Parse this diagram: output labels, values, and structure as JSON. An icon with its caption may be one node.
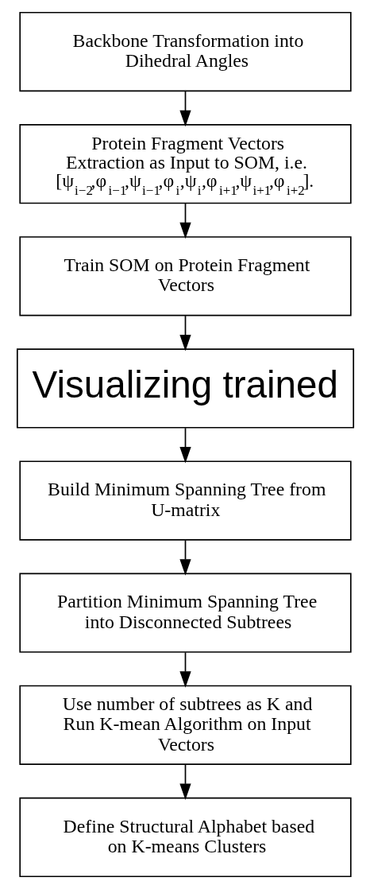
{
  "diagram": {
    "nodes": [
      {
        "text": [
          "Backbone Transformation into Dihedral Angles"
        ]
      },
      {
        "text": [
          "Protein Fragment Vectors Extraction as Input to SOM, i.e. [ψ$_{i−2}$,φ$_{i−1}$,ψ$_{i−1}$,φ$_{i}$,ψ$_{i}$,φ$_{i+1}$,ψ$_{i+1}$,φ$_{i+2}$]."
        ]
      },
      {
        "text": [
          "Train SOM on Protein Fragment Vectors"
        ]
      },
      {
        "text": [
          "Visualizing trained"
        ]
      },
      {
        "text": [
          "Build Minimum Spanning Tree from U-matrix"
        ]
      },
      {
        "text": [
          "Partition Minimum Spanning Tree into Disconnected Subtrees"
        ]
      },
      {
        "text": [
          "Use number of subtrees as K and Run K-mean Algorithm on Input Vectors"
        ]
      },
      {
        "text": [
          "Define Structural Alphabet based on K-means Clusters"
        ]
      }
    ],
    "edges": [
      {
        "from": 0,
        "to": 1,
        "arrow": "to"
      },
      {
        "from": 1,
        "to": 2,
        "arrow": "to"
      },
      {
        "from": 2,
        "to": 3,
        "arrow": "to"
      },
      {
        "from": 3,
        "to": 4,
        "arrow": "to"
      },
      {
        "from": 4,
        "to": 5,
        "arrow": "to"
      },
      {
        "from": 5,
        "to": 6,
        "arrow": "to"
      },
      {
        "from": 6,
        "to": 7,
        "arrow": "to"
      }
    ]
  }
}
